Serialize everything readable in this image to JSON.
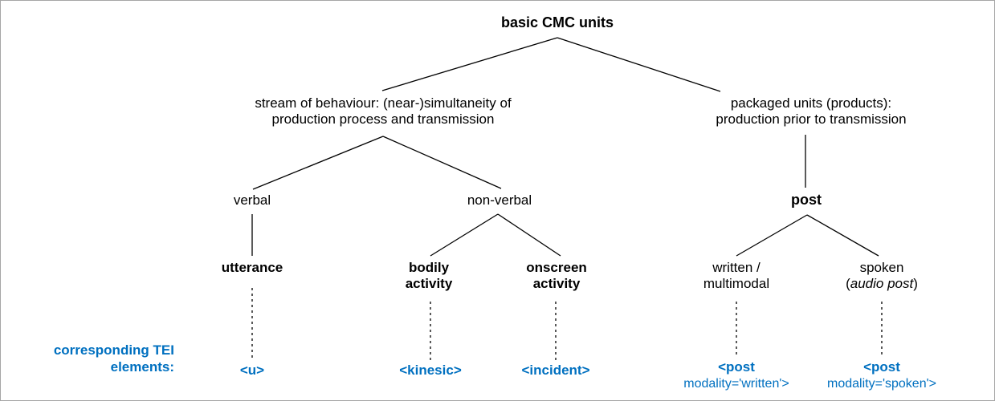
{
  "diagram": {
    "title_node": "basic CMC units",
    "level1": [
      {
        "id": "stream-of-behaviour",
        "line1": "stream of behaviour: (near-)simultaneity of",
        "line2": "production process and transmission"
      },
      {
        "id": "packaged-units",
        "line1": "packaged units (products):",
        "line2": "production prior to transmission"
      }
    ],
    "level2": [
      {
        "id": "verbal",
        "label": "verbal"
      },
      {
        "id": "non-verbal",
        "label": "non-verbal"
      },
      {
        "id": "post",
        "label": "post"
      }
    ],
    "level3": [
      {
        "id": "utterance",
        "line1": "utterance",
        "line2": ""
      },
      {
        "id": "bodily-activity",
        "line1": "bodily",
        "line2": "activity"
      },
      {
        "id": "onscreen-activity",
        "line1": "onscreen",
        "line2": "activity"
      },
      {
        "id": "written-multimodal",
        "line1": "written /",
        "line2": "multimodal"
      },
      {
        "id": "spoken",
        "line1": "spoken",
        "line2": "(audio post)",
        "line2_italic_inner": "audio post"
      }
    ],
    "tei_row": {
      "label_line1": "corresponding TEI",
      "label_line2": "elements:",
      "elements": [
        {
          "id": "tei-u",
          "tag": "<u>",
          "attr": ""
        },
        {
          "id": "tei-kinesic",
          "tag": "<kinesic>",
          "attr": ""
        },
        {
          "id": "tei-incident",
          "tag": "<incident>",
          "attr": ""
        },
        {
          "id": "tei-post-written",
          "tag": "<post",
          "attr": "modality='written'>"
        },
        {
          "id": "tei-post-spoken",
          "tag": "<post",
          "attr": "modality='spoken'>"
        }
      ]
    },
    "colors": {
      "tei_blue": "#0070c0",
      "line": "#000000",
      "border": "#a6a6a6",
      "background": "#ffffff"
    }
  }
}
